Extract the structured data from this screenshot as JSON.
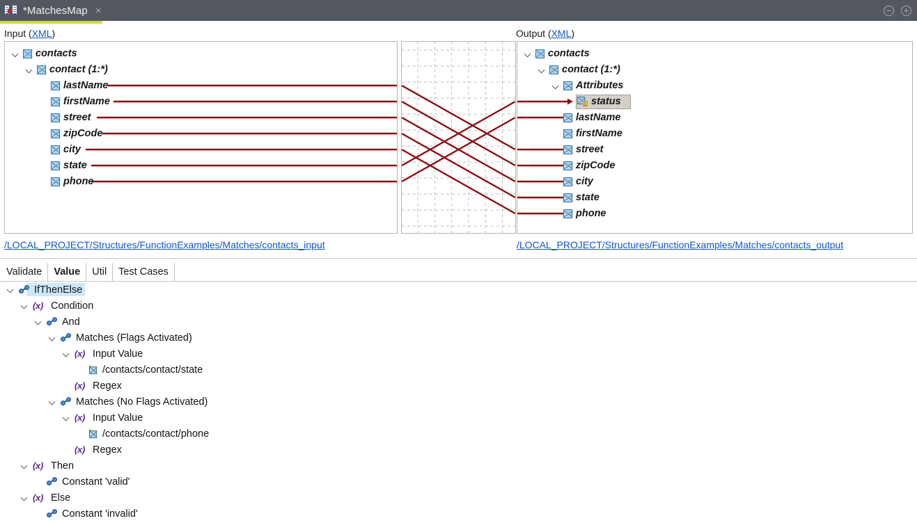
{
  "titlebar": {
    "tab_title": "*MatchesMap",
    "close_label": "×",
    "icon": "mapping-icon",
    "minimize_label": "minimize-icon",
    "maximize_label": "maximize-icon",
    "underline_color": "#cddc39",
    "background_color": "#53575f"
  },
  "mapping": {
    "input": {
      "label_prefix": "Input (",
      "label_link": "XML",
      "label_suffix": ")",
      "path": "/LOCAL_PROJECT/Structures/FunctionExamples/Matches/contacts_input",
      "nodes": [
        {
          "label": "contacts",
          "indent": 0,
          "icon": "element-icon",
          "expandable": true,
          "selected": false
        },
        {
          "label": "contact (1:*)",
          "indent": 1,
          "icon": "element-icon",
          "expandable": true,
          "selected": false
        },
        {
          "label": "lastName",
          "indent": 2,
          "icon": "element-icon",
          "expandable": false,
          "selected": false
        },
        {
          "label": "firstName",
          "indent": 2,
          "icon": "element-icon",
          "expandable": false,
          "selected": false
        },
        {
          "label": "street",
          "indent": 2,
          "icon": "element-icon",
          "expandable": false,
          "selected": false
        },
        {
          "label": "zipCode",
          "indent": 2,
          "icon": "element-icon",
          "expandable": false,
          "selected": false
        },
        {
          "label": "city",
          "indent": 2,
          "icon": "element-icon",
          "expandable": false,
          "selected": false
        },
        {
          "label": "state",
          "indent": 2,
          "icon": "element-icon",
          "expandable": false,
          "selected": false
        },
        {
          "label": "phone",
          "indent": 2,
          "icon": "element-icon",
          "expandable": false,
          "selected": false
        }
      ]
    },
    "output": {
      "label_prefix": "Output (",
      "label_link": "XML",
      "label_suffix": ")",
      "path": "/LOCAL_PROJECT/Structures/FunctionExamples/Matches/contacts_output",
      "nodes": [
        {
          "label": "contacts",
          "indent": 0,
          "icon": "element-icon",
          "expandable": true,
          "selected": false
        },
        {
          "label": "contact (1:*)",
          "indent": 1,
          "icon": "element-icon",
          "expandable": true,
          "selected": false
        },
        {
          "label": "Attributes",
          "indent": 2,
          "icon": "element-icon",
          "expandable": true,
          "selected": false
        },
        {
          "label": "status",
          "indent": 3,
          "icon": "attribute-icon",
          "expandable": false,
          "selected": true
        },
        {
          "label": "lastName",
          "indent": 2,
          "icon": "element-icon",
          "expandable": false,
          "selected": false
        },
        {
          "label": "firstName",
          "indent": 2,
          "icon": "element-icon",
          "expandable": false,
          "selected": false
        },
        {
          "label": "street",
          "indent": 2,
          "icon": "element-icon",
          "expandable": false,
          "selected": false
        },
        {
          "label": "zipCode",
          "indent": 2,
          "icon": "element-icon",
          "expandable": false,
          "selected": false
        },
        {
          "label": "city",
          "indent": 2,
          "icon": "element-icon",
          "expandable": false,
          "selected": false
        },
        {
          "label": "state",
          "indent": 2,
          "icon": "element-icon",
          "expandable": false,
          "selected": false
        },
        {
          "label": "phone",
          "indent": 2,
          "icon": "element-icon",
          "expandable": false,
          "selected": false
        }
      ]
    },
    "line_color": "#8b0f14",
    "grid_color": "#bdbdbd",
    "connections": [
      {
        "from": "lastName",
        "to": "street"
      },
      {
        "from": "firstName",
        "to": "zipCode"
      },
      {
        "from": "street",
        "to": "city"
      },
      {
        "from": "zipCode",
        "to": "state"
      },
      {
        "from": "city",
        "to": "phone"
      },
      {
        "from": "state",
        "to": "status"
      },
      {
        "from": "phone",
        "to": "lastName"
      }
    ]
  },
  "bottom_tabs": {
    "items": [
      {
        "label": "Validate",
        "active": false
      },
      {
        "label": "Value",
        "active": true
      },
      {
        "label": "Util",
        "active": false
      },
      {
        "label": "Test Cases",
        "active": false
      }
    ]
  },
  "function_tree": {
    "rows": [
      {
        "label": "IfThenElse",
        "indent": 0,
        "icon": "function-icon",
        "expandable": true,
        "selected": true
      },
      {
        "label": "Condition",
        "indent": 1,
        "icon": "variable-icon",
        "expandable": true,
        "selected": false
      },
      {
        "label": "And",
        "indent": 2,
        "icon": "function-icon",
        "expandable": true,
        "selected": false
      },
      {
        "label": "Matches (Flags Activated)",
        "indent": 3,
        "icon": "function-icon",
        "expandable": true,
        "selected": false
      },
      {
        "label": "Input Value",
        "indent": 4,
        "icon": "variable-icon",
        "expandable": true,
        "selected": false
      },
      {
        "label": "/contacts/contact/state",
        "indent": 5,
        "icon": "xpath-icon",
        "expandable": false,
        "selected": false
      },
      {
        "label": "Regex",
        "indent": 4,
        "icon": "variable-icon",
        "expandable": false,
        "selected": false
      },
      {
        "label": "Matches (No Flags Activated)",
        "indent": 3,
        "icon": "function-icon",
        "expandable": true,
        "selected": false
      },
      {
        "label": "Input Value",
        "indent": 4,
        "icon": "variable-icon",
        "expandable": true,
        "selected": false
      },
      {
        "label": "/contacts/contact/phone",
        "indent": 5,
        "icon": "xpath-icon",
        "expandable": false,
        "selected": false
      },
      {
        "label": "Regex",
        "indent": 4,
        "icon": "variable-icon",
        "expandable": false,
        "selected": false
      },
      {
        "label": "Then",
        "indent": 1,
        "icon": "variable-icon",
        "expandable": true,
        "selected": false
      },
      {
        "label": "Constant 'valid'",
        "indent": 2,
        "icon": "function-icon",
        "expandable": false,
        "selected": false
      },
      {
        "label": "Else",
        "indent": 1,
        "icon": "variable-icon",
        "expandable": true,
        "selected": false
      },
      {
        "label": "Constant 'invalid'",
        "indent": 2,
        "icon": "function-icon",
        "expandable": false,
        "selected": false
      }
    ],
    "variable_glyph": "(x)",
    "selection_color": "#cde8fb"
  }
}
